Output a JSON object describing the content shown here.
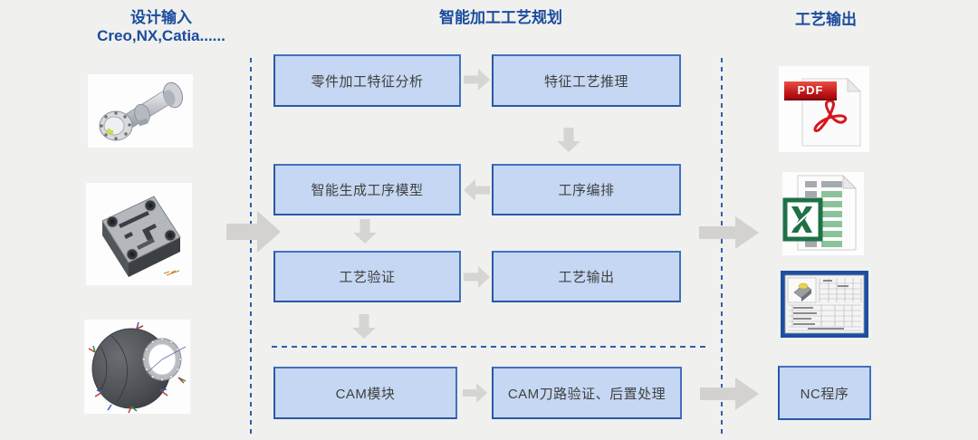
{
  "colors": {
    "background": "#f0f0ef",
    "title_blue": "#1a4c9d",
    "box_fill": "#c5d7f2",
    "box_border": "#4272bc",
    "dashed_line": "#2e5fa8",
    "arrow_gray": "#d3d2d1",
    "pdf_red": "#d6171f",
    "excel_green": "#1e7145",
    "table_thumb_border": "#1d4fa1"
  },
  "input_column": {
    "title_line1": "设计输入",
    "title_line2": "Creo,NX,Catia......",
    "images": [
      {
        "name": "flange-shaft-3d-model"
      },
      {
        "name": "machined-plate-3d-model"
      },
      {
        "name": "engine-casing-3d-model"
      }
    ]
  },
  "process_column": {
    "title": "智能加工工艺规划",
    "boxes": {
      "feature_analysis": "零件加工特征分析",
      "feature_reasoning": "特征工艺推理",
      "model_generation": "智能生成工序模型",
      "process_sequencing": "工序编排",
      "process_verification": "工艺验证",
      "process_output": "工艺输出",
      "cam_module": "CAM模块",
      "cam_toolpath": "CAM刀路验证、后置处理"
    }
  },
  "output_column": {
    "title": "工艺输出",
    "pdf_badge": "PDF",
    "nc_program": "NC程序",
    "icons": [
      {
        "name": "pdf-file-icon"
      },
      {
        "name": "excel-file-icon"
      },
      {
        "name": "process-card-thumbnail"
      }
    ]
  }
}
